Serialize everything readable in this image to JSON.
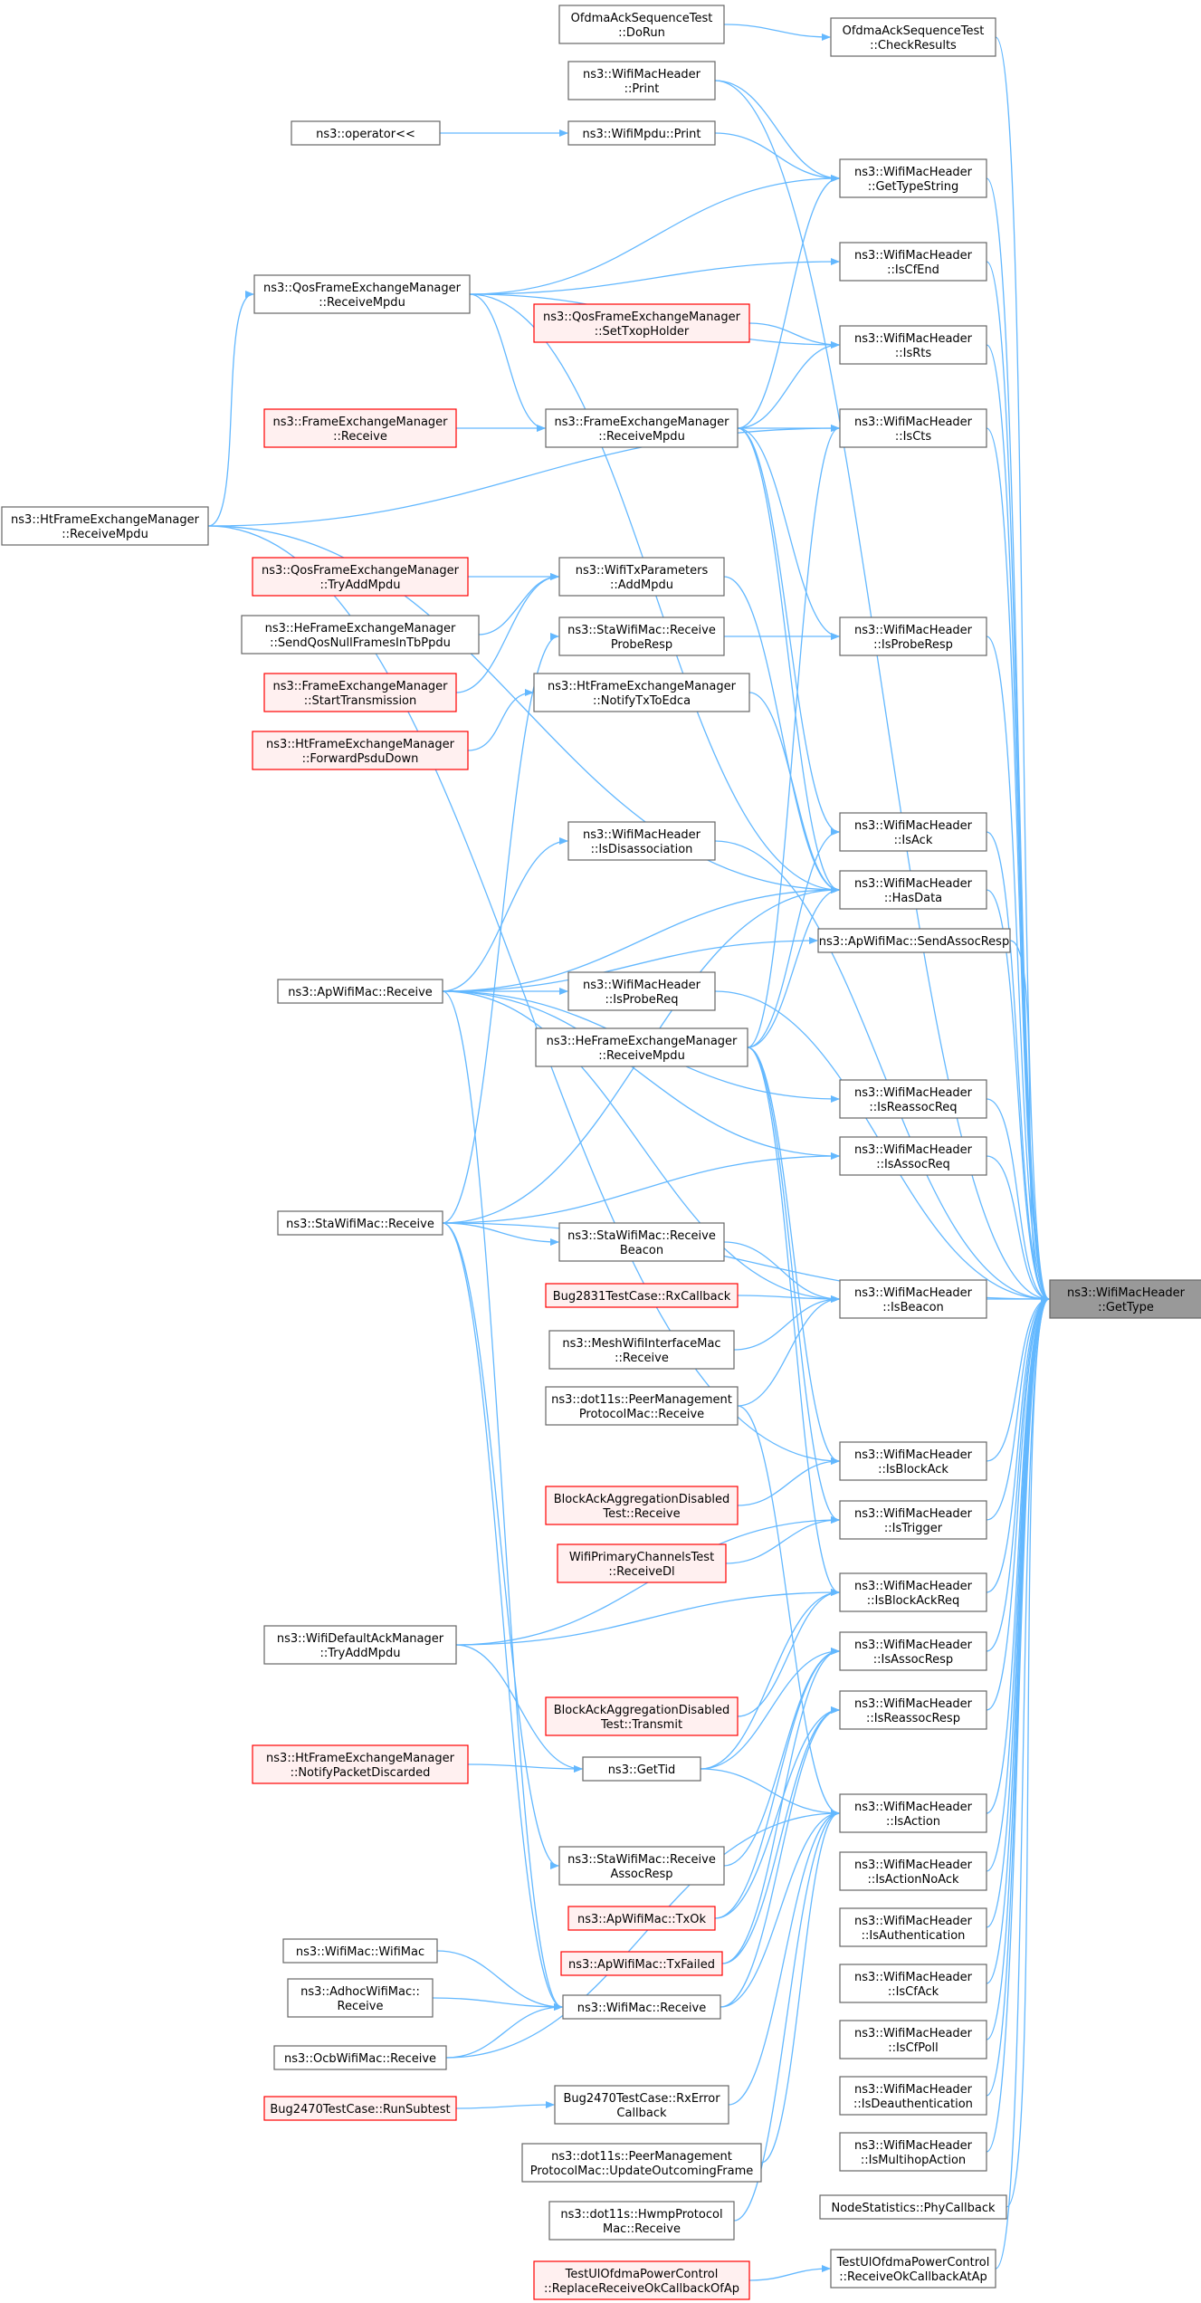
{
  "colors": {
    "edge": "#63b8ff",
    "normal_border": "#666666",
    "normal_fill": "#ffffff",
    "highlight_border": "#ff0000",
    "highlight_fill": "#fff0f0",
    "focus_fill": "#999999",
    "focus_border": "#666666"
  },
  "nodes": [
    {
      "id": "getType",
      "style": "focus",
      "lines": [
        "ns3::WifiMacHeader",
        "::GetType"
      ]
    },
    {
      "id": "checkResults",
      "style": "normal",
      "lines": [
        "OfdmaAckSequenceTest",
        "::CheckResults"
      ]
    },
    {
      "id": "getTypeString",
      "style": "normal",
      "lines": [
        "ns3::WifiMacHeader",
        "::GetTypeString"
      ]
    },
    {
      "id": "isCfEnd",
      "style": "normal",
      "lines": [
        "ns3::WifiMacHeader",
        "::IsCfEnd"
      ]
    },
    {
      "id": "isRts",
      "style": "normal",
      "lines": [
        "ns3::WifiMacHeader",
        "::IsRts"
      ]
    },
    {
      "id": "isCts",
      "style": "normal",
      "lines": [
        "ns3::WifiMacHeader",
        "::IsCts"
      ]
    },
    {
      "id": "isProbeResp",
      "style": "normal",
      "lines": [
        "ns3::WifiMacHeader",
        "::IsProbeResp"
      ]
    },
    {
      "id": "isAck",
      "style": "normal",
      "lines": [
        "ns3::WifiMacHeader",
        "::IsAck"
      ]
    },
    {
      "id": "hasData",
      "style": "normal",
      "lines": [
        "ns3::WifiMacHeader",
        "::HasData"
      ]
    },
    {
      "id": "sendAssocResp",
      "style": "normal",
      "lines": [
        "ns3::ApWifiMac::SendAssocResp"
      ]
    },
    {
      "id": "isReassocReq",
      "style": "normal",
      "lines": [
        "ns3::WifiMacHeader",
        "::IsReassocReq"
      ]
    },
    {
      "id": "isAssocReq",
      "style": "normal",
      "lines": [
        "ns3::WifiMacHeader",
        "::IsAssocReq"
      ]
    },
    {
      "id": "isBeacon",
      "style": "normal",
      "lines": [
        "ns3::WifiMacHeader",
        "::IsBeacon"
      ]
    },
    {
      "id": "isBlockAck",
      "style": "normal",
      "lines": [
        "ns3::WifiMacHeader",
        "::IsBlockAck"
      ]
    },
    {
      "id": "isTrigger",
      "style": "normal",
      "lines": [
        "ns3::WifiMacHeader",
        "::IsTrigger"
      ]
    },
    {
      "id": "isBlockAckReq",
      "style": "normal",
      "lines": [
        "ns3::WifiMacHeader",
        "::IsBlockAckReq"
      ]
    },
    {
      "id": "isAssocResp",
      "style": "normal",
      "lines": [
        "ns3::WifiMacHeader",
        "::IsAssocResp"
      ]
    },
    {
      "id": "isReassocResp",
      "style": "normal",
      "lines": [
        "ns3::WifiMacHeader",
        "::IsReassocResp"
      ]
    },
    {
      "id": "isAction",
      "style": "normal",
      "lines": [
        "ns3::WifiMacHeader",
        "::IsAction"
      ]
    },
    {
      "id": "isActionNoAck",
      "style": "normal",
      "lines": [
        "ns3::WifiMacHeader",
        "::IsActionNoAck"
      ]
    },
    {
      "id": "isAuthentication",
      "style": "normal",
      "lines": [
        "ns3::WifiMacHeader",
        "::IsAuthentication"
      ]
    },
    {
      "id": "isCfAck",
      "style": "normal",
      "lines": [
        "ns3::WifiMacHeader",
        "::IsCfAck"
      ]
    },
    {
      "id": "isCfPoll",
      "style": "normal",
      "lines": [
        "ns3::WifiMacHeader",
        "::IsCfPoll"
      ]
    },
    {
      "id": "isDeauth",
      "style": "normal",
      "lines": [
        "ns3::WifiMacHeader",
        "::IsDeauthentication"
      ]
    },
    {
      "id": "isMultihop",
      "style": "normal",
      "lines": [
        "ns3::WifiMacHeader",
        "::IsMultihopAction"
      ]
    },
    {
      "id": "phyCallback",
      "style": "normal",
      "lines": [
        "NodeStatistics::PhyCallback"
      ]
    },
    {
      "id": "receiveOkCb",
      "style": "normal",
      "lines": [
        "TestUlOfdmaPowerControl",
        "::ReceiveOkCallbackAtAp"
      ]
    },
    {
      "id": "doRun",
      "style": "normal",
      "lines": [
        "OfdmaAckSequenceTest",
        "::DoRun"
      ]
    },
    {
      "id": "hdrPrint",
      "style": "normal",
      "lines": [
        "ns3::WifiMacHeader",
        "::Print"
      ]
    },
    {
      "id": "mpduPrint",
      "style": "normal",
      "lines": [
        "ns3::WifiMpdu::Print"
      ]
    },
    {
      "id": "setTxop",
      "style": "highlight",
      "lines": [
        "ns3::QosFrameExchangeManager",
        "::SetTxopHolder"
      ]
    },
    {
      "id": "femReceiveMpdu",
      "style": "normal",
      "lines": [
        "ns3::FrameExchangeManager",
        "::ReceiveMpdu"
      ]
    },
    {
      "id": "txParamsAddMpdu",
      "style": "normal",
      "lines": [
        "ns3::WifiTxParameters",
        "::AddMpdu"
      ]
    },
    {
      "id": "staReceiveProbeResp",
      "style": "normal",
      "lines": [
        "ns3::StaWifiMac::Receive",
        "ProbeResp"
      ]
    },
    {
      "id": "notifyTxToEdca",
      "style": "normal",
      "lines": [
        "ns3::HtFrameExchangeManager",
        "::NotifyTxToEdca"
      ]
    },
    {
      "id": "isDisassoc",
      "style": "normal",
      "lines": [
        "ns3::WifiMacHeader",
        "::IsDisassociation"
      ]
    },
    {
      "id": "isProbeReq",
      "style": "normal",
      "lines": [
        "ns3::WifiMacHeader",
        "::IsProbeReq"
      ]
    },
    {
      "id": "heReceiveMpdu",
      "style": "normal",
      "lines": [
        "ns3::HeFrameExchangeManager",
        "::ReceiveMpdu"
      ]
    },
    {
      "id": "staReceiveBeacon",
      "style": "normal",
      "lines": [
        "ns3::StaWifiMac::Receive",
        "Beacon"
      ]
    },
    {
      "id": "bug2831",
      "style": "highlight",
      "lines": [
        "Bug2831TestCase::RxCallback"
      ]
    },
    {
      "id": "meshReceive",
      "style": "normal",
      "lines": [
        "ns3::MeshWifiInterfaceMac",
        "::Receive"
      ]
    },
    {
      "id": "peerMgmtReceive",
      "style": "normal",
      "lines": [
        "ns3::dot11s::PeerManagement",
        "ProtocolMac::Receive"
      ]
    },
    {
      "id": "blockAckDisabledRx",
      "style": "highlight",
      "lines": [
        "BlockAckAggregationDisabled",
        "Test::Receive"
      ]
    },
    {
      "id": "primaryChannels",
      "style": "highlight",
      "lines": [
        "WifiPrimaryChannelsTest",
        "::ReceiveDl"
      ]
    },
    {
      "id": "blockAckDisabledTx",
      "style": "highlight",
      "lines": [
        "BlockAckAggregationDisabled",
        "Test::Transmit"
      ]
    },
    {
      "id": "getTid",
      "style": "normal",
      "lines": [
        "ns3::GetTid"
      ]
    },
    {
      "id": "staReceiveAssocResp",
      "style": "normal",
      "lines": [
        "ns3::StaWifiMac::Receive",
        "AssocResp"
      ]
    },
    {
      "id": "apTxOk",
      "style": "highlight",
      "lines": [
        "ns3::ApWifiMac::TxOk"
      ]
    },
    {
      "id": "apTxFailed",
      "style": "highlight",
      "lines": [
        "ns3::ApWifiMac::TxFailed"
      ]
    },
    {
      "id": "wifiMacReceive",
      "style": "normal",
      "lines": [
        "ns3::WifiMac::Receive"
      ]
    },
    {
      "id": "bug2470RxError",
      "style": "normal",
      "lines": [
        "Bug2470TestCase::RxError",
        "Callback"
      ]
    },
    {
      "id": "peerMgmtUpdate",
      "style": "normal",
      "lines": [
        "ns3::dot11s::PeerManagement",
        "ProtocolMac::UpdateOutcomingFrame"
      ]
    },
    {
      "id": "hwmpReceive",
      "style": "normal",
      "lines": [
        "ns3::dot11s::HwmpProtocol",
        "Mac::Receive"
      ]
    },
    {
      "id": "replaceReceiveOk",
      "style": "highlight",
      "lines": [
        "TestUlOfdmaPowerControl",
        "::ReplaceReceiveOkCallbackOfAp"
      ]
    },
    {
      "id": "operatorOut",
      "style": "normal",
      "lines": [
        "ns3::operator<<"
      ]
    },
    {
      "id": "qosReceiveMpdu",
      "style": "normal",
      "lines": [
        "ns3::QosFrameExchangeManager",
        "::ReceiveMpdu"
      ]
    },
    {
      "id": "femReceive",
      "style": "highlight",
      "lines": [
        "ns3::FrameExchangeManager",
        "::Receive"
      ]
    },
    {
      "id": "qosTryAddMpdu",
      "style": "highlight",
      "lines": [
        "ns3::QosFrameExchangeManager",
        "::TryAddMpdu"
      ]
    },
    {
      "id": "heSendQosNull",
      "style": "normal",
      "lines": [
        "ns3::HeFrameExchangeManager",
        "::SendQosNullFramesInTbPpdu"
      ]
    },
    {
      "id": "femStartTx",
      "style": "highlight",
      "lines": [
        "ns3::FrameExchangeManager",
        "::StartTransmission"
      ]
    },
    {
      "id": "htForwardPsdu",
      "style": "highlight",
      "lines": [
        "ns3::HtFrameExchangeManager",
        "::ForwardPsduDown"
      ]
    },
    {
      "id": "apReceive",
      "style": "normal",
      "lines": [
        "ns3::ApWifiMac::Receive"
      ]
    },
    {
      "id": "staReceive",
      "style": "normal",
      "lines": [
        "ns3::StaWifiMac::Receive"
      ]
    },
    {
      "id": "defaultAckTryAdd",
      "style": "normal",
      "lines": [
        "ns3::WifiDefaultAckManager",
        "::TryAddMpdu"
      ]
    },
    {
      "id": "htNotifyDiscarded",
      "style": "highlight",
      "lines": [
        "ns3::HtFrameExchangeManager",
        "::NotifyPacketDiscarded"
      ]
    },
    {
      "id": "wifiMacWifiMac",
      "style": "normal",
      "lines": [
        "ns3::WifiMac::WifiMac"
      ]
    },
    {
      "id": "adhocReceive",
      "style": "normal",
      "lines": [
        "ns3::AdhocWifiMac::",
        "Receive"
      ]
    },
    {
      "id": "ocbReceive",
      "style": "normal",
      "lines": [
        "ns3::OcbWifiMac::Receive"
      ]
    },
    {
      "id": "bug2470Run",
      "style": "highlight",
      "lines": [
        "Bug2470TestCase::RunSubtest"
      ]
    },
    {
      "id": "htReceiveMpdu",
      "style": "normal",
      "lines": [
        "ns3::HtFrameExchangeManager",
        "::ReceiveMpdu"
      ]
    }
  ],
  "edges": [
    [
      "checkResults",
      "getType"
    ],
    [
      "getTypeString",
      "getType"
    ],
    [
      "isCfEnd",
      "getType"
    ],
    [
      "isRts",
      "getType"
    ],
    [
      "isCts",
      "getType"
    ],
    [
      "isProbeResp",
      "getType"
    ],
    [
      "isAck",
      "getType"
    ],
    [
      "hasData",
      "getType"
    ],
    [
      "sendAssocResp",
      "getType"
    ],
    [
      "isReassocReq",
      "getType"
    ],
    [
      "isAssocReq",
      "getType"
    ],
    [
      "isBeacon",
      "getType"
    ],
    [
      "isBlockAck",
      "getType"
    ],
    [
      "isTrigger",
      "getType"
    ],
    [
      "isBlockAckReq",
      "getType"
    ],
    [
      "isAssocResp",
      "getType"
    ],
    [
      "isReassocResp",
      "getType"
    ],
    [
      "isAction",
      "getType"
    ],
    [
      "isActionNoAck",
      "getType"
    ],
    [
      "isAuthentication",
      "getType"
    ],
    [
      "isCfAck",
      "getType"
    ],
    [
      "isCfPoll",
      "getType"
    ],
    [
      "isDeauth",
      "getType"
    ],
    [
      "isMultihop",
      "getType"
    ],
    [
      "phyCallback",
      "getType"
    ],
    [
      "receiveOkCb",
      "getType"
    ],
    [
      "hdrPrint",
      "getType"
    ],
    [
      "isDisassoc",
      "getType"
    ],
    [
      "isProbeReq",
      "getType"
    ],
    [
      "staReceive",
      "getType"
    ],
    [
      "doRun",
      "checkResults"
    ],
    [
      "replaceReceiveOk",
      "receiveOkCb"
    ],
    [
      "hdrPrint",
      "getTypeString"
    ],
    [
      "mpduPrint",
      "getTypeString"
    ],
    [
      "qosReceiveMpdu",
      "getTypeString"
    ],
    [
      "femReceiveMpdu",
      "getTypeString"
    ],
    [
      "operatorOut",
      "mpduPrint"
    ],
    [
      "qosReceiveMpdu",
      "isCfEnd"
    ],
    [
      "qosReceiveMpdu",
      "isRts"
    ],
    [
      "setTxop",
      "isRts"
    ],
    [
      "femReceiveMpdu",
      "isRts"
    ],
    [
      "femReceiveMpdu",
      "isCts"
    ],
    [
      "htReceiveMpdu",
      "isCts"
    ],
    [
      "heReceiveMpdu",
      "isCts"
    ],
    [
      "femReceive",
      "femReceiveMpdu"
    ],
    [
      "qosReceiveMpdu",
      "femReceiveMpdu"
    ],
    [
      "htReceiveMpdu",
      "qosReceiveMpdu"
    ],
    [
      "qosTryAddMpdu",
      "txParamsAddMpdu"
    ],
    [
      "heSendQosNull",
      "txParamsAddMpdu"
    ],
    [
      "femStartTx",
      "txParamsAddMpdu"
    ],
    [
      "htForwardPsdu",
      "notifyTxToEdca"
    ],
    [
      "staReceiveProbeResp",
      "isProbeResp"
    ],
    [
      "femReceiveMpdu",
      "isProbeResp"
    ],
    [
      "femReceiveMpdu",
      "isAck"
    ],
    [
      "heReceiveMpdu",
      "isAck"
    ],
    [
      "txParamsAddMpdu",
      "hasData"
    ],
    [
      "notifyTxToEdca",
      "hasData"
    ],
    [
      "heReceiveMpdu",
      "hasData"
    ],
    [
      "staReceive",
      "hasData"
    ],
    [
      "apReceive",
      "hasData"
    ],
    [
      "femReceiveMpdu",
      "hasData"
    ],
    [
      "qosReceiveMpdu",
      "hasData"
    ],
    [
      "htReceiveMpdu",
      "hasData"
    ],
    [
      "apReceive",
      "sendAssocResp"
    ],
    [
      "apReceive",
      "isProbeReq"
    ],
    [
      "apReceive",
      "isDisassoc"
    ],
    [
      "apReceive",
      "isReassocReq"
    ],
    [
      "apReceive",
      "isAssocReq"
    ],
    [
      "staReceive",
      "isAssocReq"
    ],
    [
      "staReceive",
      "staReceiveProbeResp"
    ],
    [
      "staReceive",
      "staReceiveBeacon"
    ],
    [
      "staReceive",
      "staReceiveAssocResp"
    ],
    [
      "staReceiveBeacon",
      "isBeacon"
    ],
    [
      "bug2831",
      "isBeacon"
    ],
    [
      "meshReceive",
      "isBeacon"
    ],
    [
      "peerMgmtReceive",
      "isBeacon"
    ],
    [
      "apReceive",
      "isBeacon"
    ],
    [
      "htReceiveMpdu",
      "isBlockAck"
    ],
    [
      "blockAckDisabledRx",
      "isBlockAck"
    ],
    [
      "heReceiveMpdu",
      "isBlockAck"
    ],
    [
      "primaryChannels",
      "isTrigger"
    ],
    [
      "heReceiveMpdu",
      "isTrigger"
    ],
    [
      "defaultAckTryAdd",
      "isTrigger"
    ],
    [
      "defaultAckTryAdd",
      "isBlockAckReq"
    ],
    [
      "blockAckDisabledTx",
      "isBlockAckReq"
    ],
    [
      "getTid",
      "isBlockAckReq"
    ],
    [
      "heReceiveMpdu",
      "isBlockAckReq"
    ],
    [
      "apTxOk",
      "isAssocResp"
    ],
    [
      "apTxFailed",
      "isAssocResp"
    ],
    [
      "staReceiveAssocResp",
      "isAssocResp"
    ],
    [
      "getTid",
      "isAssocResp"
    ],
    [
      "apTxOk",
      "isReassocResp"
    ],
    [
      "apTxFailed",
      "isReassocResp"
    ],
    [
      "wifiMacReceive",
      "isReassocResp"
    ],
    [
      "getTid",
      "isAction"
    ],
    [
      "wifiMacReceive",
      "isAction"
    ],
    [
      "ocbReceive",
      "isAction"
    ],
    [
      "bug2470RxError",
      "isAction"
    ],
    [
      "peerMgmtUpdate",
      "isAction"
    ],
    [
      "hwmpReceive",
      "isAction"
    ],
    [
      "peerMgmtReceive",
      "isAction"
    ],
    [
      "defaultAckTryAdd",
      "getTid"
    ],
    [
      "htNotifyDiscarded",
      "getTid"
    ],
    [
      "wifiMacWifiMac",
      "wifiMacReceive"
    ],
    [
      "adhocReceive",
      "wifiMacReceive"
    ],
    [
      "ocbReceive",
      "wifiMacReceive"
    ],
    [
      "apReceive",
      "wifiMacReceive"
    ],
    [
      "staReceive",
      "wifiMacReceive"
    ],
    [
      "bug2470Run",
      "bug2470RxError"
    ]
  ]
}
